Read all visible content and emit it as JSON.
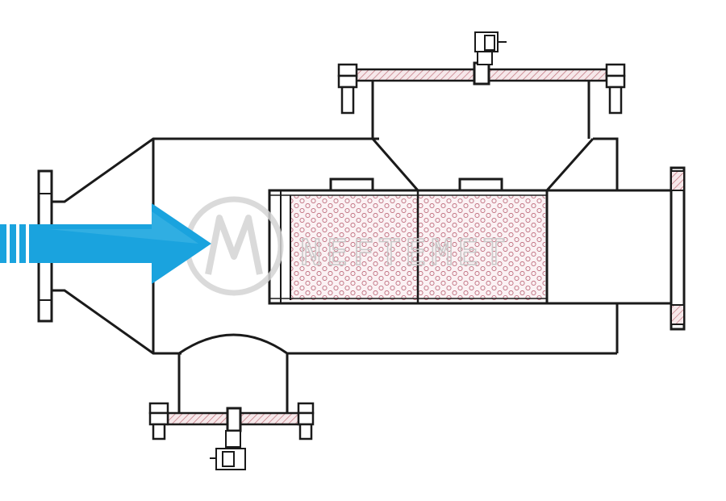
{
  "diagram": {
    "subject": "horizontal-strainer-filter-cross-section",
    "flow_direction": "left-to-right",
    "colors": {
      "outline": "#1a1a1a",
      "flow_arrow": "#1aa3de",
      "flow_arrow_light": "#7fd0f0",
      "hatch": "#c0707a",
      "perforation": "#c07080",
      "filter_fill": "#fbf2f4",
      "watermark": "#d4d4d4"
    },
    "watermark": {
      "text": "NEFTEMET",
      "logo": "circle-m-logo"
    },
    "icons": [
      "inlet-flange-icon",
      "outlet-flange-icon",
      "top-cover-flange-icon",
      "bottom-drain-flange-icon",
      "top-valve-icon",
      "bottom-valve-icon",
      "flow-arrow-icon",
      "perforated-filter-element-icon"
    ]
  }
}
